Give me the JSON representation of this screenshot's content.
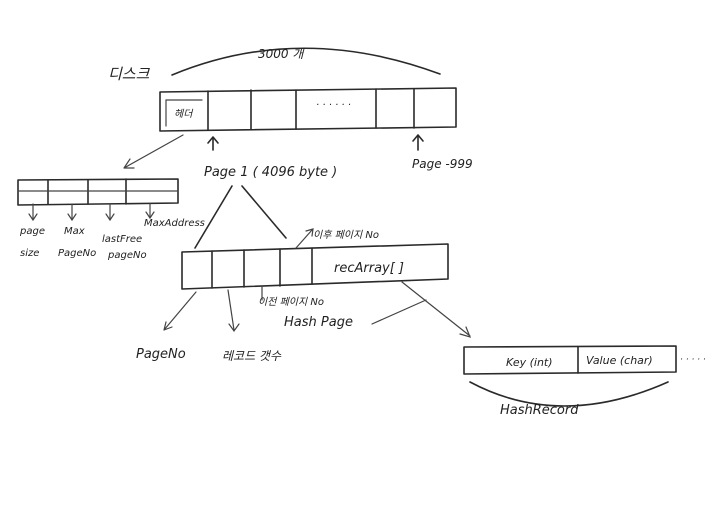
{
  "disk": {
    "title": "디스크",
    "count_label": "3000 개",
    "header_cell": "헤더",
    "dots": "· · · · · ·",
    "page1_label": "Page 1  ( 4096 byte )",
    "page999_label": "Page -999"
  },
  "header_fields": {
    "page_size": [
      "page",
      "size"
    ],
    "max_page_no": [
      "Max",
      "PageNo"
    ],
    "last_free_page_no": [
      "lastFree",
      "pageNo"
    ],
    "max_address": "MaxAddress"
  },
  "hash_page": {
    "next_page_label": "이후 페이지 No",
    "rec_array": "recArray[ ]",
    "prev_page_label": "이전 페이지 No",
    "title": "Hash Page",
    "page_no": "PageNo",
    "record_count": "레코드 갯수"
  },
  "hash_record": {
    "key": "Key (int)",
    "value": "Value (char)",
    "title": "HashRecord",
    "trail_dots": "· · · · ·"
  }
}
